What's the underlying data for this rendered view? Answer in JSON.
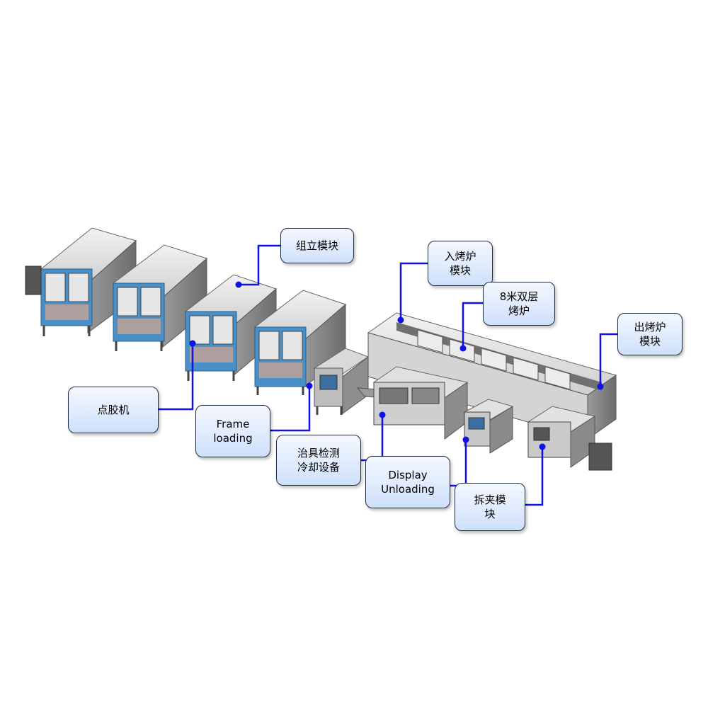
{
  "colors": {
    "leader": "#1010e8",
    "callout_border": "#1f2a44",
    "machine_frame": "#4a90c8",
    "machine_panel": "#e8e8e8",
    "machine_dark": "#555555"
  },
  "callouts": {
    "assembly": "组立模块",
    "oven_in": "入烤炉\n模块",
    "oven_8m": "8米双层\n烤炉",
    "oven_out": "出烤炉\n模块",
    "dispenser": "点胶机",
    "frame_loading": "Frame\nloading",
    "fixture_cooling": "治具检测\n冷却设备",
    "display_unloading": "Display\nUnloading",
    "unclamp": "拆夹模\n块"
  }
}
